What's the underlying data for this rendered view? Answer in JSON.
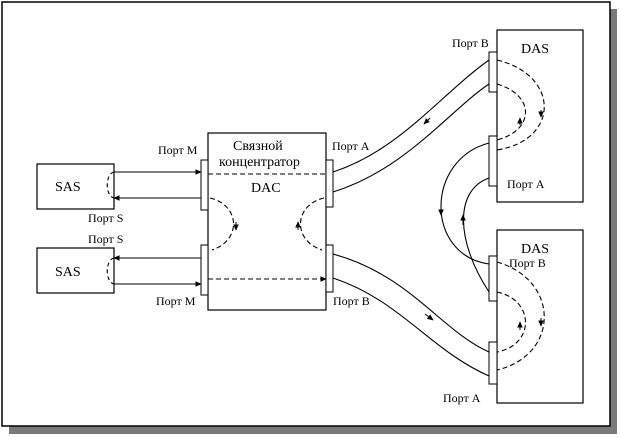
{
  "das_top": {
    "name": "DAS",
    "port_b": "Порт В",
    "port_a": "Порт А"
  },
  "das_bottom": {
    "name": "DAS",
    "port_b": "Порт В",
    "port_a": "Порт А"
  },
  "concentrator": {
    "line1": "Связной",
    "line2": "концентратор",
    "line3": "DAC",
    "port_m_top": "Порт М",
    "port_m_bottom": "Порт М",
    "port_a": "Порт А",
    "port_b": "Порт В"
  },
  "sas_top": {
    "name": "SAS",
    "port_s": "Порт S"
  },
  "sas_bottom": {
    "name": "SAS",
    "port_s": "Порт S"
  },
  "colors": {
    "ink": "#000000",
    "frame_shadow": "#7a7a7a",
    "background": "#ffffff"
  }
}
